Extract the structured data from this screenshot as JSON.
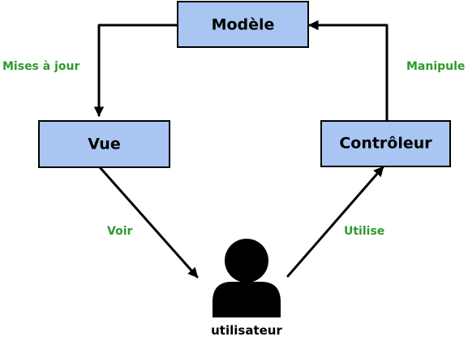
{
  "colors": {
    "box_fill": "#a9c5f2",
    "label": "#2e9a2e",
    "line": "#000000"
  },
  "nodes": {
    "modele": "Modèle",
    "vue": "Vue",
    "controleur": "Contrôleur"
  },
  "edges": {
    "mises_a_jour": "Mises à jour",
    "manipule": "Manipule",
    "voir": "Voir",
    "utilise": "Utilise"
  },
  "user": {
    "icon": "user-icon",
    "label": "utilisateur"
  }
}
